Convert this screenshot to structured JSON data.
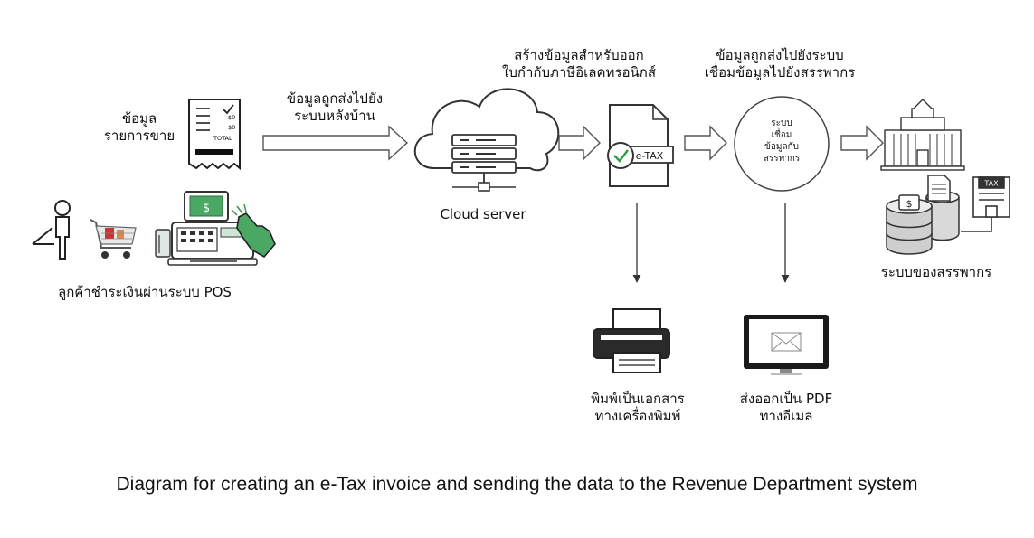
{
  "labels": {
    "sales_data": [
      "ข้อมูล",
      "รายการขาย"
    ],
    "sent_to_backend": [
      "ข้อมูลถูกส่งไปยัง",
      "ระบบหลังบ้าน"
    ],
    "create_etax": [
      "สร้างข้อมูลสำหรับออก",
      "ใบกำกับภาษีอิเลคทรอนิกส์"
    ],
    "sent_to_link_system": [
      "ข้อมูลถูกส่งไปยังระบบ",
      "เชื่อมข้อมูลไปยังสรรพากร"
    ],
    "cloud_server": "Cloud server",
    "customer_pays_pos": "ลูกค้าชำระเงินผ่านระบบ POS",
    "revenue_system": "ระบบของสรรพากร",
    "print_document": [
      "พิมพ์เป็นเอกสาร",
      "ทางเครื่องพิมพ์"
    ],
    "send_pdf_email": [
      "ส่งออกเป็น PDF",
      "ทางอีเมล"
    ],
    "link_circle": [
      "ระบบ",
      "เชื่อม",
      "ข้อมูลกับ",
      "สรรพากร"
    ]
  },
  "receipt": {
    "line1": "$0",
    "line2": "$0",
    "total": "TOTAL"
  },
  "etax_badge": "e-TAX",
  "pos_screen_symbol": "$",
  "tax_tag": "TAX",
  "db_symbol": "$",
  "caption": "Diagram for creating an e-Tax invoice and sending the data to the Revenue Department system",
  "colors": {
    "accent_green": "#2e9e47",
    "line": "#333333",
    "arrow_outline": "#555555"
  }
}
